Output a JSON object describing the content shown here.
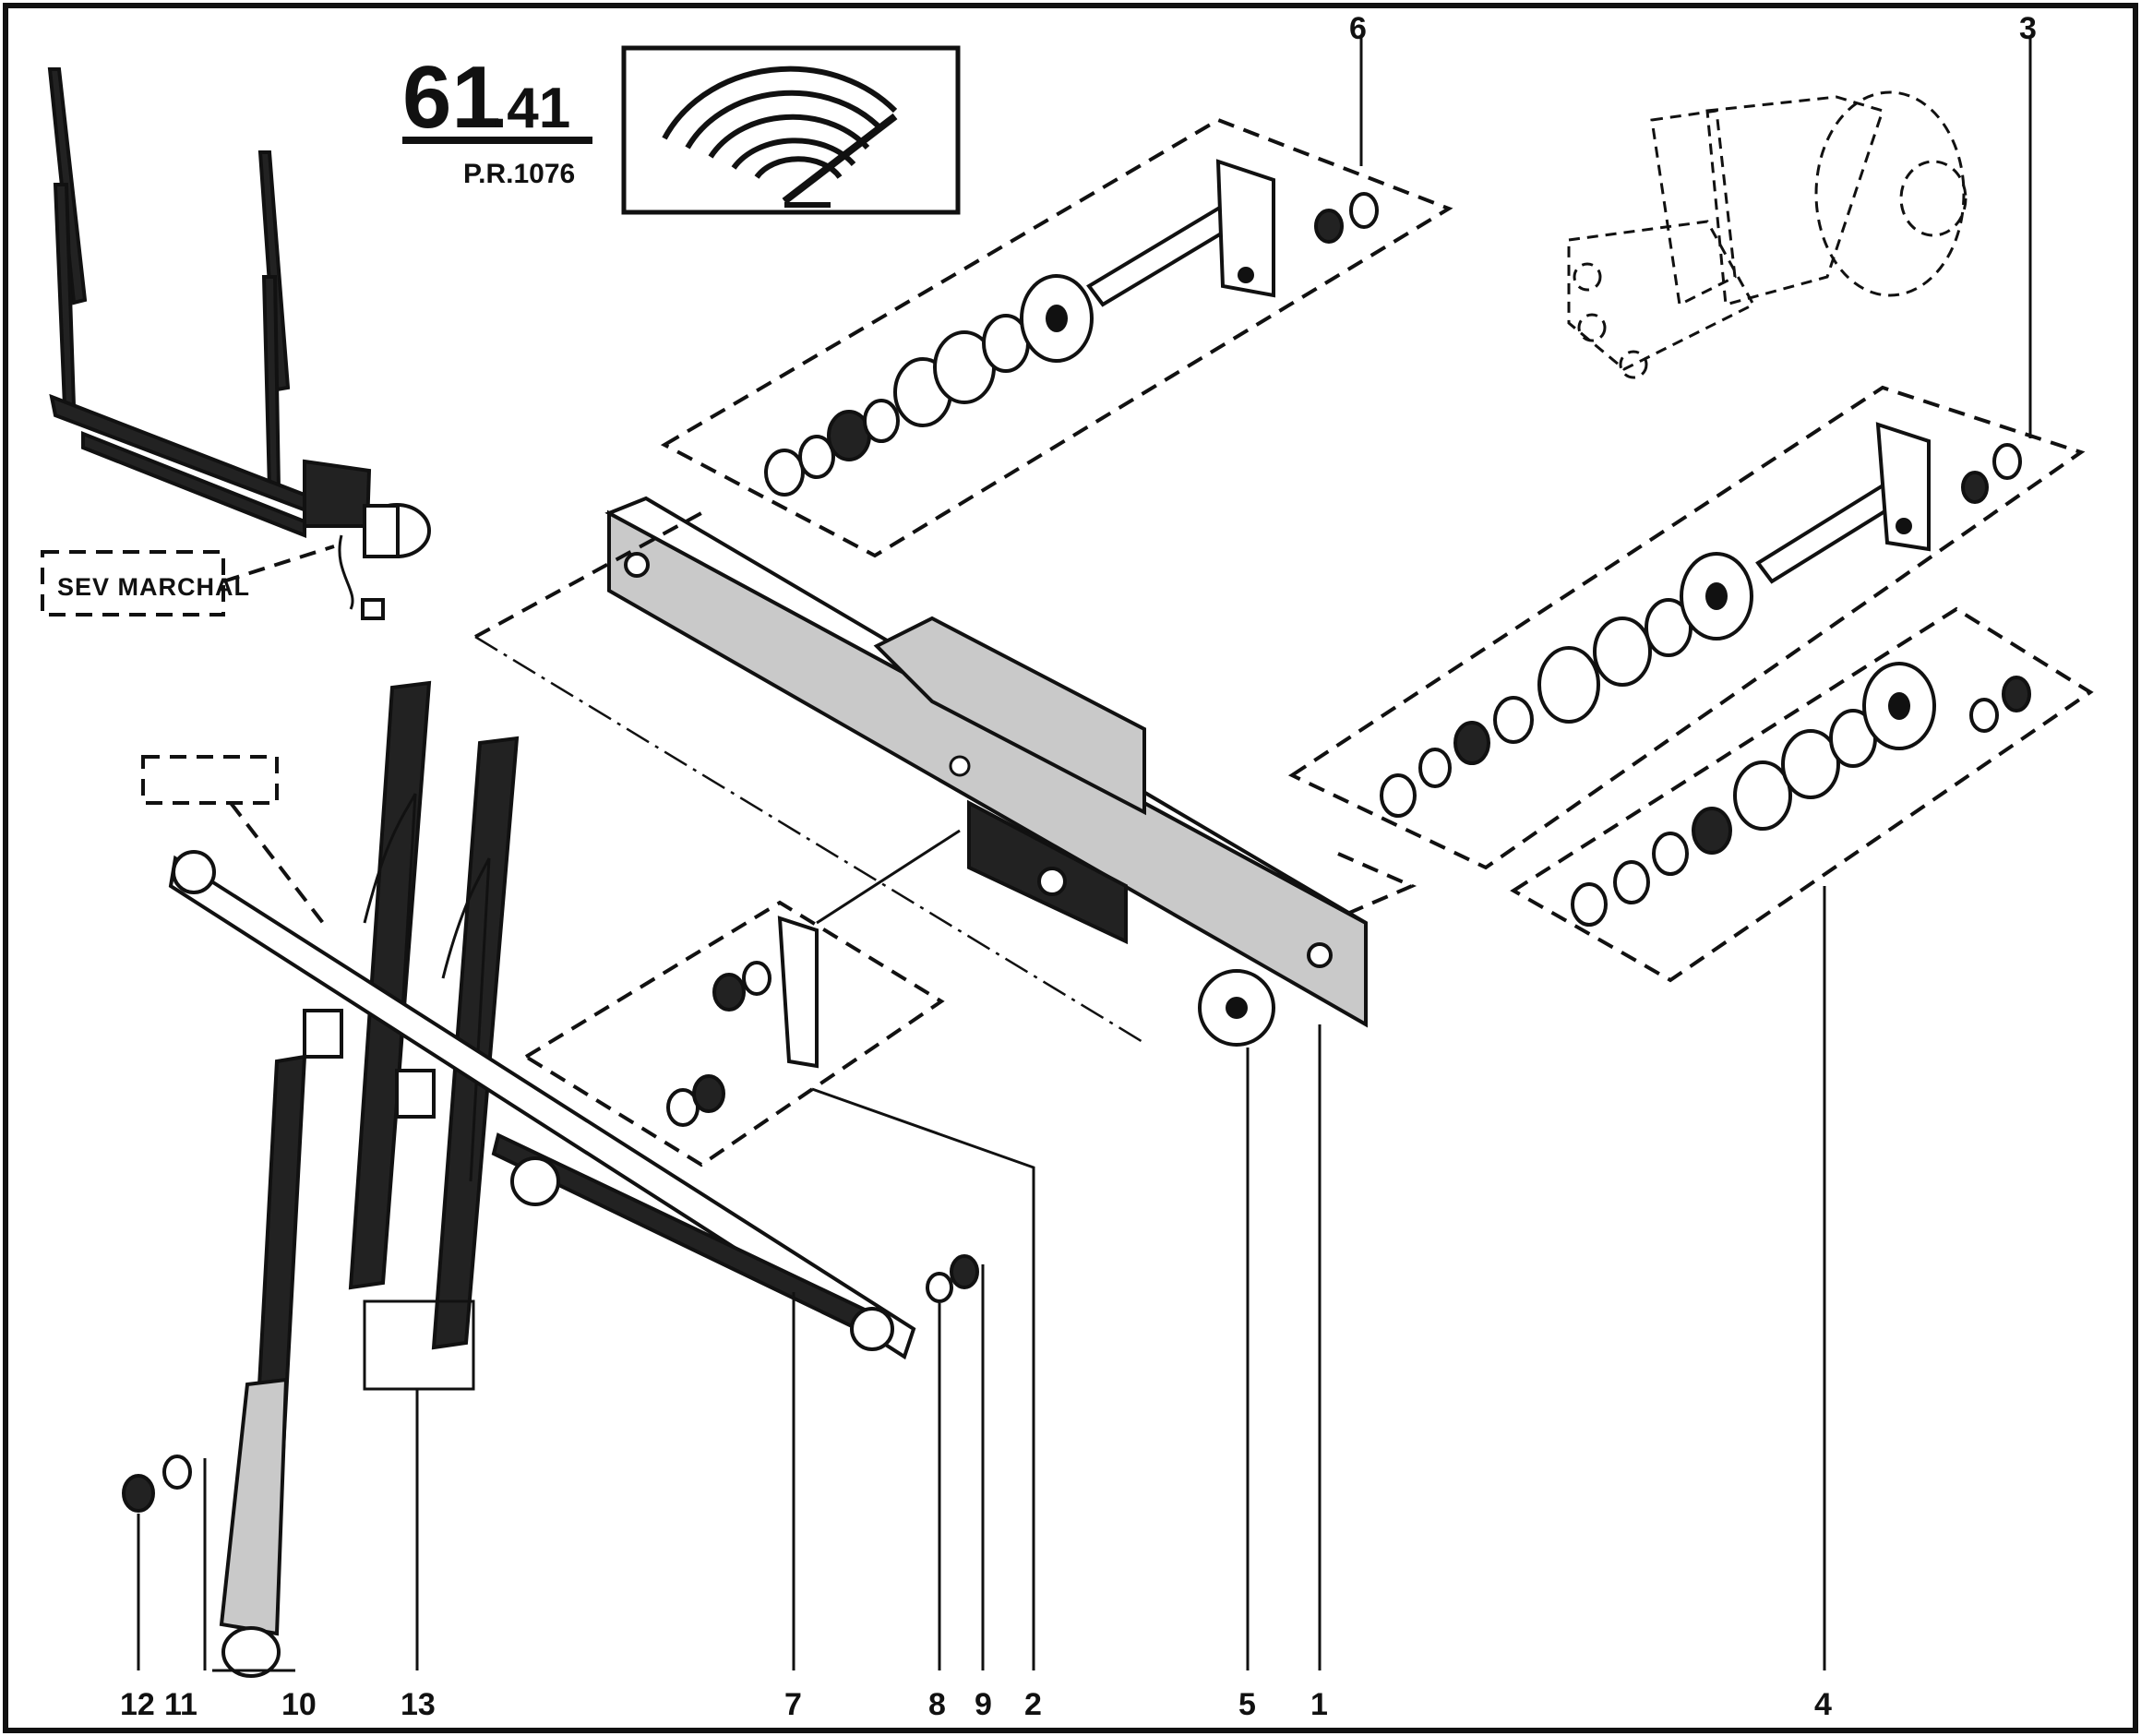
{
  "header": {
    "section_main": "61",
    "section_sub": ".41",
    "ref_code": "P.R.1076"
  },
  "supplier_label": "SEV MARCHAL",
  "callouts": {
    "c1": "1",
    "c2": "2",
    "c3": "3",
    "c4": "4",
    "c5": "5",
    "c6": "6",
    "c7": "7",
    "c8": "8",
    "c9": "9",
    "c10": "10",
    "c11": "11",
    "c12": "12",
    "c13": "13"
  }
}
